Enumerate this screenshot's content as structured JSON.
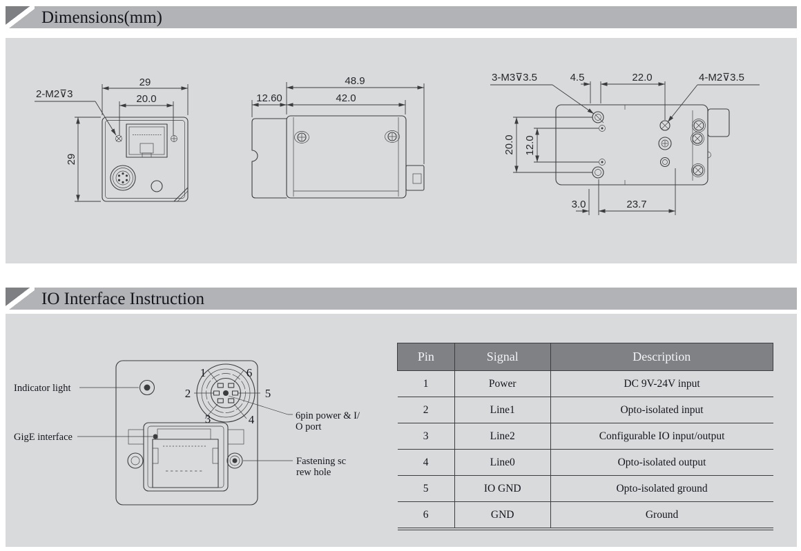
{
  "colors": {
    "bar_bg": "#b1b3b6",
    "icon_dark": "#7d7f83",
    "panel_bg": "#d9dadc",
    "line": "#3b3c3e",
    "text_dark": "#15151d",
    "table_header_bg": "#7f8185",
    "table_header_text": "#f2f3f4"
  },
  "headers": {
    "dimensions_title": "Dimensions(mm)",
    "io_title": "IO Interface Instruction"
  },
  "dim": {
    "back": {
      "label_thread": "2-M2⊽3",
      "w": "29",
      "w_inner": "20.0",
      "h": "29"
    },
    "side": {
      "total": "48.9",
      "body": "42.0",
      "lens": "12.60"
    },
    "top": {
      "label_m3": "3-M3⊽3.5",
      "d1": "4.5",
      "d2": "22.0",
      "label_m2": "4-M2⊽3.5",
      "v1": "20.0",
      "v2": "12.0",
      "b1": "3.0",
      "b2": "23.7"
    }
  },
  "io": {
    "labels": {
      "indicator": "Indicator light",
      "gige": "GigE interface",
      "power1": "6pin power & I/",
      "power2": "O port",
      "screw1": "Fastening sc",
      "screw2": "rew hole"
    },
    "pins": [
      "1",
      "2",
      "3",
      "4",
      "5",
      "6"
    ]
  },
  "table": {
    "headers": [
      "Pin",
      "Signal",
      "Description"
    ],
    "rows": [
      {
        "pin": "1",
        "signal": "Power",
        "description": "DC 9V-24V input"
      },
      {
        "pin": "2",
        "signal": "Line1",
        "description": "Opto-isolated input"
      },
      {
        "pin": "3",
        "signal": "Line2",
        "description": "Configurable IO input/output"
      },
      {
        "pin": "4",
        "signal": "Line0",
        "description": "Opto-isolated output"
      },
      {
        "pin": "5",
        "signal": "IO GND",
        "description": "Opto-isolated ground"
      },
      {
        "pin": "6",
        "signal": "GND",
        "description": "Ground"
      }
    ]
  }
}
